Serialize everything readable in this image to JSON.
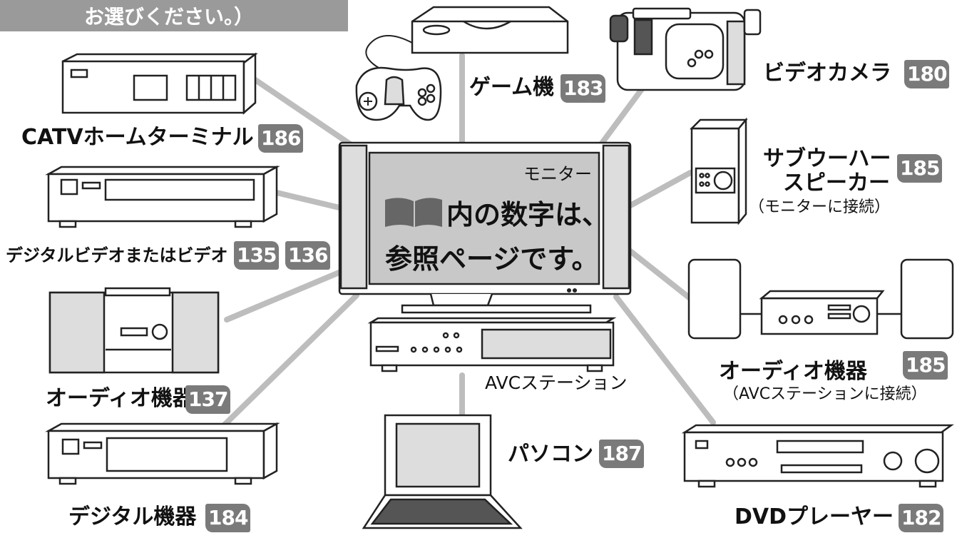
{
  "header": {
    "text": "お選びください。）"
  },
  "monitor": {
    "label": "モニター",
    "line1": "内の数字は、",
    "line2": "参照ページです。"
  },
  "devices": {
    "game": {
      "label": "ゲーム機",
      "page": "183"
    },
    "videocam": {
      "label": "ビデオカメラ",
      "page": "180"
    },
    "catv": {
      "label": "CATVホームターミナル",
      "page": "186"
    },
    "subwoofer": {
      "label_line1": "サブウーハー",
      "label_line2": "スピーカー",
      "note": "（モニターに接続）",
      "page": "185"
    },
    "digital_video": {
      "label": "デジタルビデオまたはビデオ",
      "page1": "135",
      "page2": "136"
    },
    "audio_left": {
      "label": "オーディオ機器",
      "page": "137"
    },
    "audio_right": {
      "label": "オーディオ機器",
      "note": "（AVCステーションに接続）",
      "page": "185"
    },
    "avc": {
      "label": "AVCステーション"
    },
    "pc": {
      "label": "パソコン",
      "page": "187"
    },
    "digital": {
      "label": "デジタル機器",
      "page": "184"
    },
    "dvd": {
      "label": "DVDプレーヤー",
      "page": "182"
    }
  },
  "colors": {
    "line": "#bdbdbd",
    "badge": "#7a7a7a",
    "screen": "#c8c8c8",
    "book": "#666666"
  }
}
